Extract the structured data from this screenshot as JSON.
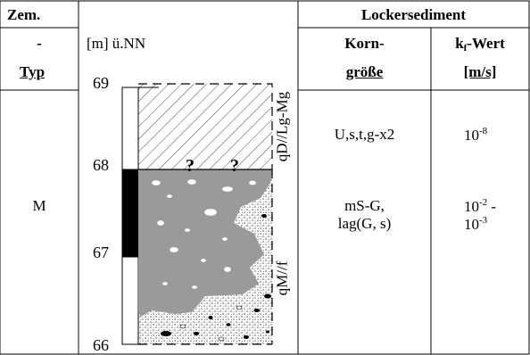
{
  "header": {
    "zem": "Zem.",
    "dash": "-",
    "typ": "Typ",
    "lockersediment": "Lockersediment",
    "korn": "Korn-",
    "groesse": "größe",
    "kf_k": "k",
    "kf_sub": "f",
    "kf_wert": "-Wert",
    "kf_unit": "[m/s]"
  },
  "axis": {
    "label": "[m] ü.NN",
    "ticks": [
      "69",
      "68",
      "67",
      "66"
    ]
  },
  "profile": {
    "question_mark": "?",
    "unit_upper": "qD//Lg-Mg",
    "unit_lower": "qM//f"
  },
  "rows": {
    "zem_typ": "M",
    "upper": {
      "korngroesse": "U,s,t,g-x2",
      "kf_base": "10",
      "kf_exp": "-8"
    },
    "lower": {
      "korngroesse_l1": "mS-G,",
      "korngroesse_l2": "lag(G, s)",
      "kf_base1": "10",
      "kf_exp1": "-2",
      "kf_dash": " -",
      "kf_base2": "10",
      "kf_exp2": "-3"
    }
  }
}
